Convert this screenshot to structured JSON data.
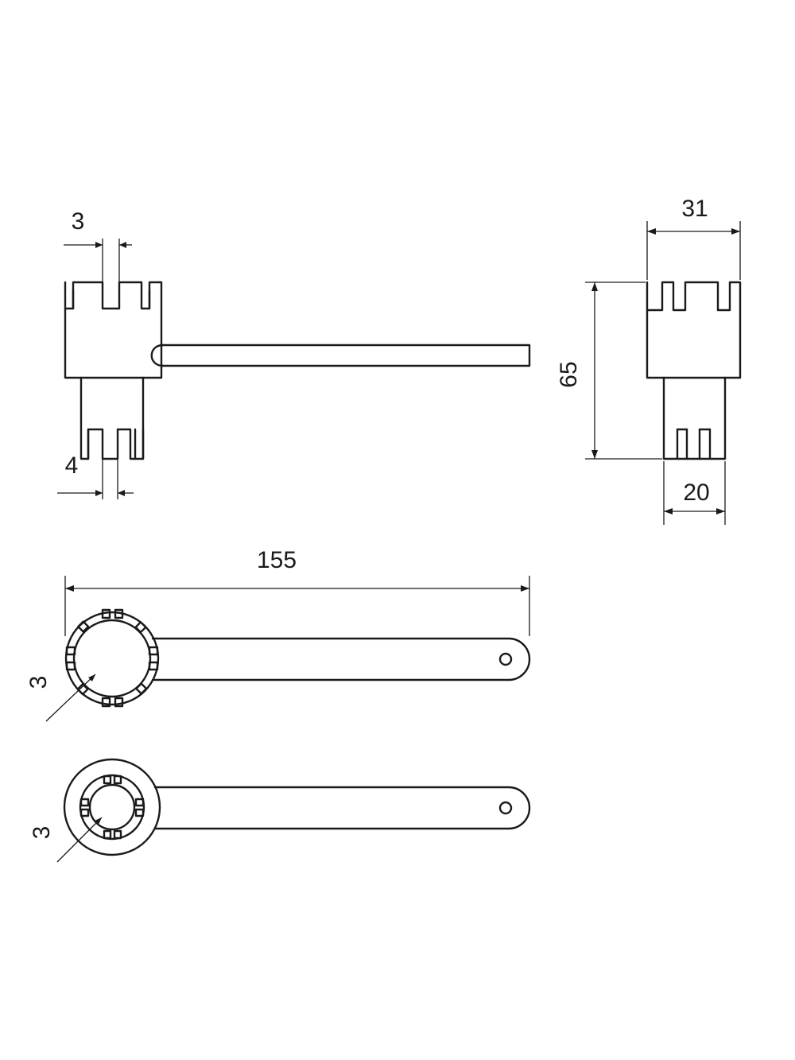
{
  "dimensions": {
    "top_slot_width": "3",
    "bottom_slot_width": "4",
    "side_width_top": "31",
    "side_height": "65",
    "side_width_bottom": "20",
    "overall_length": "155",
    "plan_slot_large": "3",
    "plan_slot_small": "3"
  }
}
